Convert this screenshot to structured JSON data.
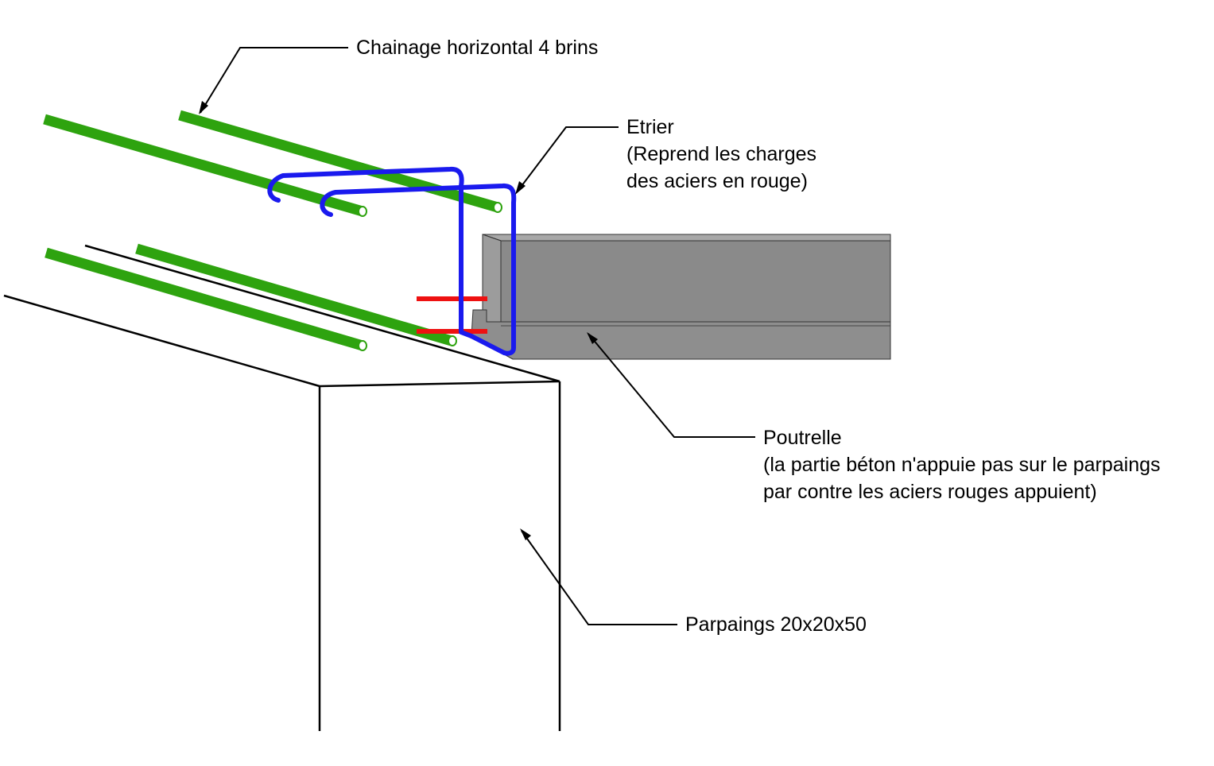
{
  "labels": {
    "chainage": {
      "lines": [
        "Chainage horizontal 4 brins"
      ]
    },
    "etrier": {
      "lines": [
        "Etrier",
        "(Reprend les charges",
        "des aciers en rouge)"
      ]
    },
    "poutrelle": {
      "lines": [
        "Poutrelle",
        "(la partie béton n'appuie pas sur le parpaings",
        "par contre les aciers rouges appuient)"
      ]
    },
    "parpaings": {
      "lines": [
        "Parpaings 20x20x50"
      ]
    }
  },
  "colors": {
    "rebar_green": "#2ea30f",
    "stirrup_blue": "#1a1aee",
    "rebar_red": "#ee1111",
    "beam_gray": "#8a8a8a",
    "beam_gray_light": "#9c9c9c",
    "outline": "#000000",
    "background": "#ffffff"
  }
}
